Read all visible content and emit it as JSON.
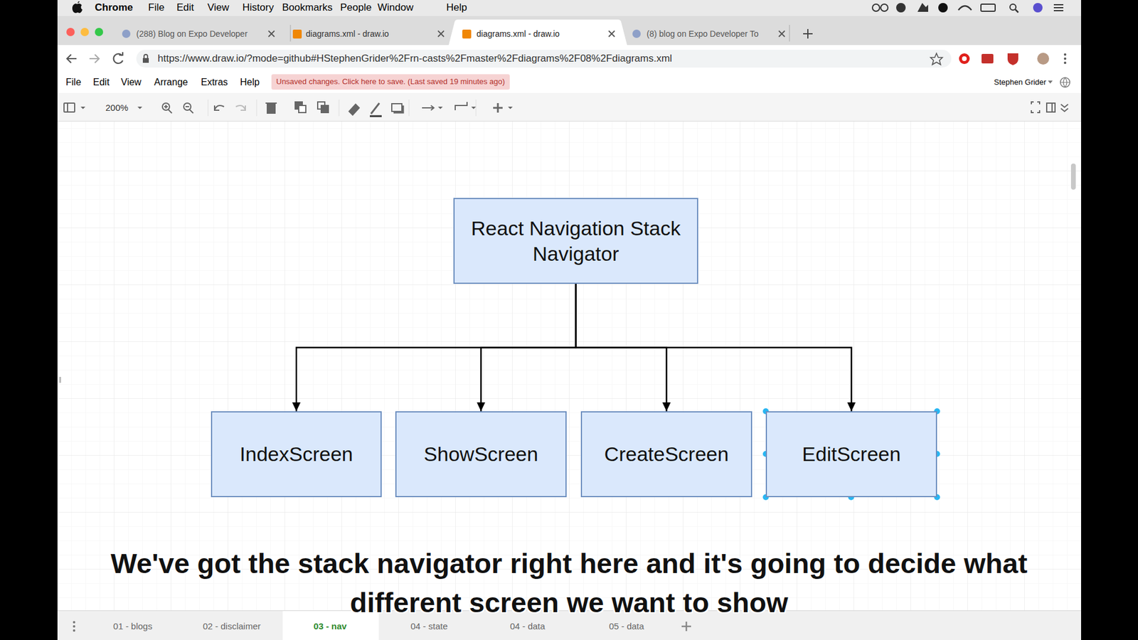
{
  "diagram": {
    "caption": "We've got the stack navigator right here and it's going to decide what different screen we want to show",
    "nodes": [
      {
        "text": [
          "React Navigation Stack Navigator"
        ]
      },
      {
        "text": [
          "IndexScreen"
        ]
      },
      {
        "text": [
          "ShowScreen"
        ]
      },
      {
        "text": [
          "CreateScreen"
        ]
      },
      {
        "text": [
          "EditScreen"
        ]
      }
    ],
    "edges": [
      {
        "from": 0,
        "to": 1,
        "arrow": "to"
      },
      {
        "from": 0,
        "to": 2,
        "arrow": "to"
      },
      {
        "from": 0,
        "to": 3,
        "arrow": "to"
      },
      {
        "from": 0,
        "to": 4,
        "arrow": "to"
      }
    ],
    "labels": [
      "Chrome",
      "File",
      "Edit",
      "View",
      "History",
      "Bookmarks",
      "People",
      "Window",
      "Help",
      "(288) Blog on Expo Developer",
      "diagrams.xml - draw.io",
      "diagrams.xml - draw.io",
      "(8) blog on Expo Developer To",
      "https://www.draw.io/?mode=github#HStephenGrider%2Frn-casts%2Fmaster%2Fdiagrams%2F08%2Fdiagrams.xml",
      "File",
      "Edit",
      "View",
      "Arrange",
      "Extras",
      "Help",
      "Unsaved changes. Click here to save. (Last saved 19 minutes ago)",
      "Stephen Grider",
      "200%",
      "01 - blogs",
      "02 - disclaimer",
      "03 - nav",
      "04 - state",
      "04 - data",
      "05 - data"
    ]
  }
}
